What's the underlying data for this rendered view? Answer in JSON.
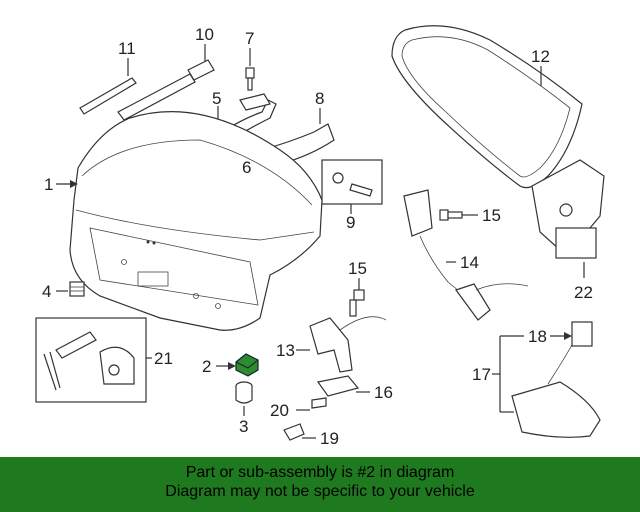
{
  "callouts": {
    "c1": "1",
    "c2": "2",
    "c3": "3",
    "c4": "4",
    "c5": "5",
    "c6": "6",
    "c7": "7",
    "c8": "8",
    "c9": "9",
    "c10": "10",
    "c11": "11",
    "c12": "12",
    "c13": "13",
    "c14": "14",
    "c15a": "15",
    "c15b": "15",
    "c16": "16",
    "c17": "17",
    "c18": "18",
    "c19": "19",
    "c20": "20",
    "c21": "21",
    "c22": "22"
  },
  "highlight_color": "#2e8b2e",
  "banner": {
    "line1": "Part or sub-assembly is #2 in diagram",
    "line2": "Diagram may not be specific to your vehicle",
    "background": "#1f7a1f"
  }
}
